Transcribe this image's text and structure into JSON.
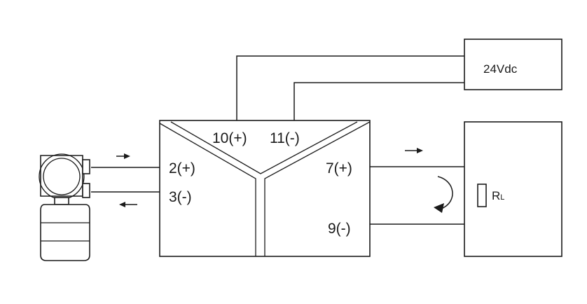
{
  "power_supply": {
    "label": "24Vdc"
  },
  "isolator": {
    "terminals": {
      "t10": "10(+)",
      "t11": "11(-)",
      "t2": "2(+)",
      "t3": "3(-)",
      "t7": "7(+)",
      "t9": "9(-)"
    }
  },
  "load": {
    "resistor_label": "R",
    "resistor_subscript": "L"
  },
  "icons": {
    "transmitter": "pressure-transmitter-icon",
    "current_arrows": "arrow-icon",
    "circulation": "curved-arrow-icon",
    "resistor": "resistor-icon"
  }
}
